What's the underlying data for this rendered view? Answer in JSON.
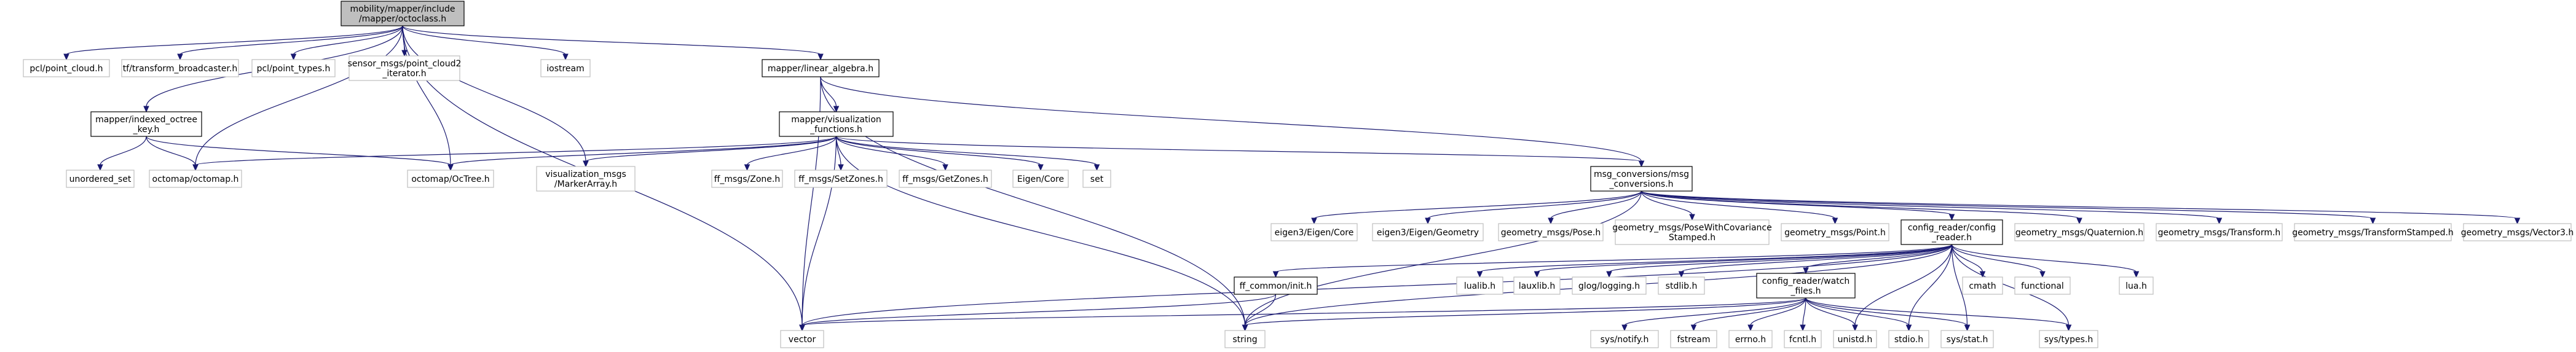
{
  "diagram": {
    "nodes": [
      {
        "id": "n_root",
        "lines": [
          "mobility/mapper/include",
          "/mapper/octoclass.h"
        ],
        "kind": "root"
      },
      {
        "id": "n_pcl_cloud",
        "lines": [
          "pcl/point_cloud.h"
        ],
        "kind": "external"
      },
      {
        "id": "n_tf",
        "lines": [
          "tf/transform_broadcaster.h"
        ],
        "kind": "external"
      },
      {
        "id": "n_pcl_types",
        "lines": [
          "pcl/point_types.h"
        ],
        "kind": "external"
      },
      {
        "id": "n_sensor",
        "lines": [
          "sensor_msgs/point_cloud2",
          "_iterator.h"
        ],
        "kind": "external"
      },
      {
        "id": "n_iostream",
        "lines": [
          "iostream"
        ],
        "kind": "external"
      },
      {
        "id": "n_linear",
        "lines": [
          "mapper/linear_algebra.h"
        ],
        "kind": "linked"
      },
      {
        "id": "n_indexed",
        "lines": [
          "mapper/indexed_octree",
          "_key.h"
        ],
        "kind": "linked"
      },
      {
        "id": "n_visfunc",
        "lines": [
          "mapper/visualization",
          "_functions.h"
        ],
        "kind": "linked"
      },
      {
        "id": "n_unordered",
        "lines": [
          "unordered_set"
        ],
        "kind": "external"
      },
      {
        "id": "n_octomap",
        "lines": [
          "octomap/octomap.h"
        ],
        "kind": "external"
      },
      {
        "id": "n_octree",
        "lines": [
          "octomap/OcTree.h"
        ],
        "kind": "external"
      },
      {
        "id": "n_marker",
        "lines": [
          "visualization_msgs",
          "/MarkerArray.h"
        ],
        "kind": "external"
      },
      {
        "id": "n_zone",
        "lines": [
          "ff_msgs/Zone.h"
        ],
        "kind": "external"
      },
      {
        "id": "n_setzones",
        "lines": [
          "ff_msgs/SetZones.h"
        ],
        "kind": "external"
      },
      {
        "id": "n_getzones",
        "lines": [
          "ff_msgs/GetZones.h"
        ],
        "kind": "external"
      },
      {
        "id": "n_eigencore",
        "lines": [
          "Eigen/Core"
        ],
        "kind": "external"
      },
      {
        "id": "n_set",
        "lines": [
          "set"
        ],
        "kind": "external"
      },
      {
        "id": "n_msgconv",
        "lines": [
          "msg_conversions/msg",
          "_conversions.h"
        ],
        "kind": "linked"
      },
      {
        "id": "n_eigen3core",
        "lines": [
          "eigen3/Eigen/Core"
        ],
        "kind": "external"
      },
      {
        "id": "n_eigen3geom",
        "lines": [
          "eigen3/Eigen/Geometry"
        ],
        "kind": "external"
      },
      {
        "id": "n_gpose",
        "lines": [
          "geometry_msgs/Pose.h"
        ],
        "kind": "external"
      },
      {
        "id": "n_gposecov",
        "lines": [
          "geometry_msgs/PoseWithCovariance",
          "Stamped.h"
        ],
        "kind": "external"
      },
      {
        "id": "n_gpoint",
        "lines": [
          "geometry_msgs/Point.h"
        ],
        "kind": "external"
      },
      {
        "id": "n_config",
        "lines": [
          "config_reader/config",
          "_reader.h"
        ],
        "kind": "linked"
      },
      {
        "id": "n_gquat",
        "lines": [
          "geometry_msgs/Quaternion.h"
        ],
        "kind": "external"
      },
      {
        "id": "n_gtransform",
        "lines": [
          "geometry_msgs/Transform.h"
        ],
        "kind": "external"
      },
      {
        "id": "n_gtransstamp",
        "lines": [
          "geometry_msgs/TransformStamped.h"
        ],
        "kind": "external"
      },
      {
        "id": "n_gvector",
        "lines": [
          "geometry_msgs/Vector3.h"
        ],
        "kind": "external"
      },
      {
        "id": "n_ffinit",
        "lines": [
          "ff_common/init.h"
        ],
        "kind": "linked"
      },
      {
        "id": "n_lualib",
        "lines": [
          "lualib.h"
        ],
        "kind": "external"
      },
      {
        "id": "n_lauxlib",
        "lines": [
          "lauxlib.h"
        ],
        "kind": "external"
      },
      {
        "id": "n_glog",
        "lines": [
          "glog/logging.h"
        ],
        "kind": "external"
      },
      {
        "id": "n_stdlib",
        "lines": [
          "stdlib.h"
        ],
        "kind": "external"
      },
      {
        "id": "n_watch",
        "lines": [
          "config_reader/watch",
          "_files.h"
        ],
        "kind": "linked"
      },
      {
        "id": "n_cmath",
        "lines": [
          "cmath"
        ],
        "kind": "external"
      },
      {
        "id": "n_functional",
        "lines": [
          "functional"
        ],
        "kind": "external"
      },
      {
        "id": "n_lua",
        "lines": [
          "lua.h"
        ],
        "kind": "external"
      },
      {
        "id": "n_vector",
        "lines": [
          "vector"
        ],
        "kind": "external"
      },
      {
        "id": "n_string",
        "lines": [
          "string"
        ],
        "kind": "external"
      },
      {
        "id": "n_notify",
        "lines": [
          "sys/notify.h"
        ],
        "kind": "external"
      },
      {
        "id": "n_fstream",
        "lines": [
          "fstream"
        ],
        "kind": "external"
      },
      {
        "id": "n_errno",
        "lines": [
          "errno.h"
        ],
        "kind": "external"
      },
      {
        "id": "n_fcntl",
        "lines": [
          "fcntl.h"
        ],
        "kind": "external"
      },
      {
        "id": "n_unistd",
        "lines": [
          "unistd.h"
        ],
        "kind": "external"
      },
      {
        "id": "n_stdio",
        "lines": [
          "stdio.h"
        ],
        "kind": "external"
      },
      {
        "id": "n_sysstat",
        "lines": [
          "sys/stat.h"
        ],
        "kind": "external"
      },
      {
        "id": "n_systypes",
        "lines": [
          "sys/types.h"
        ],
        "kind": "external"
      }
    ],
    "edges": [
      [
        "n_root",
        "n_pcl_cloud"
      ],
      [
        "n_root",
        "n_tf"
      ],
      [
        "n_root",
        "n_pcl_types"
      ],
      [
        "n_root",
        "n_sensor"
      ],
      [
        "n_root",
        "n_iostream"
      ],
      [
        "n_root",
        "n_linear"
      ],
      [
        "n_root",
        "n_indexed"
      ],
      [
        "n_root",
        "n_octomap"
      ],
      [
        "n_root",
        "n_octree"
      ],
      [
        "n_root",
        "n_marker"
      ],
      [
        "n_root",
        "n_vector"
      ],
      [
        "n_linear",
        "n_visfunc"
      ],
      [
        "n_linear",
        "n_msgconv"
      ],
      [
        "n_linear",
        "n_vector"
      ],
      [
        "n_linear",
        "n_string"
      ],
      [
        "n_indexed",
        "n_unordered"
      ],
      [
        "n_indexed",
        "n_octomap"
      ],
      [
        "n_indexed",
        "n_octree"
      ],
      [
        "n_visfunc",
        "n_octomap"
      ],
      [
        "n_visfunc",
        "n_octree"
      ],
      [
        "n_visfunc",
        "n_marker"
      ],
      [
        "n_visfunc",
        "n_zone"
      ],
      [
        "n_visfunc",
        "n_setzones"
      ],
      [
        "n_visfunc",
        "n_getzones"
      ],
      [
        "n_visfunc",
        "n_eigencore"
      ],
      [
        "n_visfunc",
        "n_set"
      ],
      [
        "n_visfunc",
        "n_msgconv"
      ],
      [
        "n_visfunc",
        "n_vector"
      ],
      [
        "n_visfunc",
        "n_string"
      ],
      [
        "n_msgconv",
        "n_eigen3core"
      ],
      [
        "n_msgconv",
        "n_eigen3geom"
      ],
      [
        "n_msgconv",
        "n_gpose"
      ],
      [
        "n_msgconv",
        "n_gposecov"
      ],
      [
        "n_msgconv",
        "n_gpoint"
      ],
      [
        "n_msgconv",
        "n_config"
      ],
      [
        "n_msgconv",
        "n_gquat"
      ],
      [
        "n_msgconv",
        "n_gtransform"
      ],
      [
        "n_msgconv",
        "n_gtransstamp"
      ],
      [
        "n_msgconv",
        "n_gvector"
      ],
      [
        "n_msgconv",
        "n_string"
      ],
      [
        "n_config",
        "n_ffinit"
      ],
      [
        "n_config",
        "n_lualib"
      ],
      [
        "n_config",
        "n_lauxlib"
      ],
      [
        "n_config",
        "n_glog"
      ],
      [
        "n_config",
        "n_stdlib"
      ],
      [
        "n_config",
        "n_watch"
      ],
      [
        "n_config",
        "n_cmath"
      ],
      [
        "n_config",
        "n_functional"
      ],
      [
        "n_config",
        "n_lua"
      ],
      [
        "n_config",
        "n_vector"
      ],
      [
        "n_config",
        "n_string"
      ],
      [
        "n_config",
        "n_unistd"
      ],
      [
        "n_config",
        "n_stdio"
      ],
      [
        "n_config",
        "n_sysstat"
      ],
      [
        "n_config",
        "n_systypes"
      ],
      [
        "n_ffinit",
        "n_vector"
      ],
      [
        "n_ffinit",
        "n_string"
      ],
      [
        "n_watch",
        "n_vector"
      ],
      [
        "n_watch",
        "n_string"
      ],
      [
        "n_watch",
        "n_notify"
      ],
      [
        "n_watch",
        "n_fstream"
      ],
      [
        "n_watch",
        "n_errno"
      ],
      [
        "n_watch",
        "n_fcntl"
      ],
      [
        "n_watch",
        "n_unistd"
      ],
      [
        "n_watch",
        "n_stdio"
      ],
      [
        "n_watch",
        "n_sysstat"
      ],
      [
        "n_watch",
        "n_systypes"
      ]
    ]
  }
}
